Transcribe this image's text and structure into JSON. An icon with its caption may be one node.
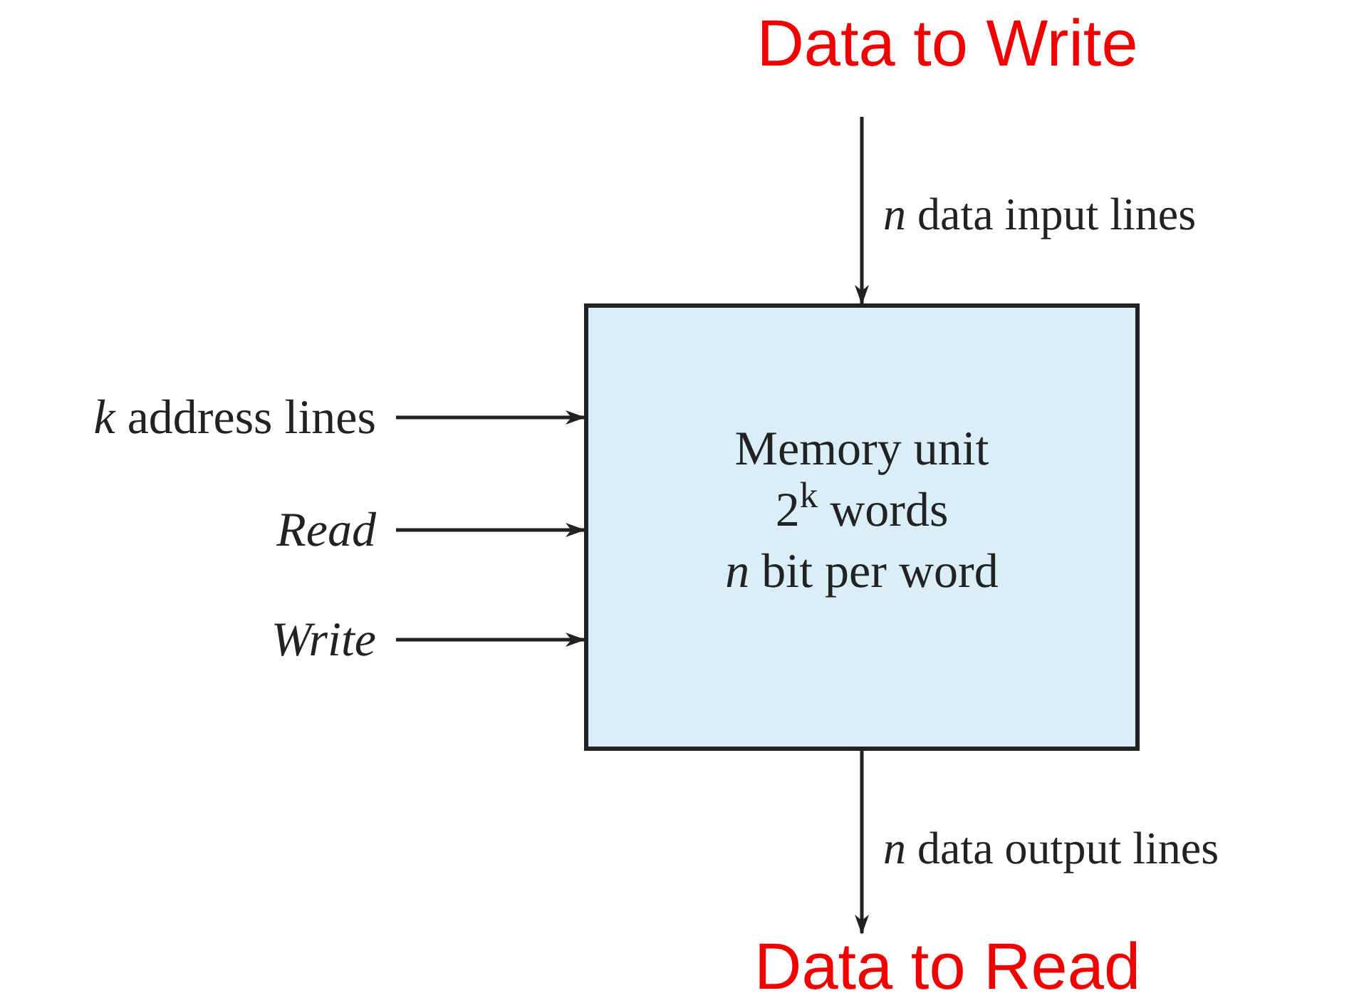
{
  "diagram": {
    "nodes": [
      {
        "text": [
          "Memory unit",
          "2$^{k}$ words",
          "*n* bit per word"
        ]
      },
      {
        "text": [
          "*k* address lines"
        ]
      },
      {
        "text": [
          "Read"
        ]
      },
      {
        "text": [
          "Write"
        ]
      },
      {
        "text": [
          "Data to Write"
        ]
      },
      {
        "text": [
          "Data to Read"
        ]
      }
    ],
    "edges": [
      {
        "from": 1,
        "to": 0,
        "arrow": "to"
      },
      {
        "from": 2,
        "to": 0,
        "arrow": "to"
      },
      {
        "from": 3,
        "to": 0,
        "arrow": "to"
      },
      {
        "from": 4,
        "to": 0,
        "arrow": "to",
        "label": "*n* data input lines"
      },
      {
        "from": 0,
        "to": 5,
        "arrow": "to",
        "label": "*n* data output lines"
      }
    ]
  }
}
